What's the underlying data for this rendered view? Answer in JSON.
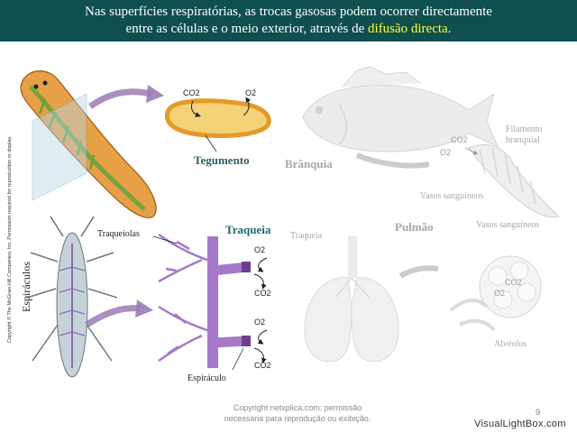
{
  "header": {
    "line1": "Nas superfícies respiratórias, as trocas gasosas podem ocorrer directamente",
    "line2_prefix": "entre as células e o meio exterior, através de ",
    "line2_highlight": "difusão directa",
    "line2_suffix": "."
  },
  "side_copyright": "Copyright © The McGraw-Hill Companies, Inc. Permission required for reproduction or display.",
  "labels": {
    "co2": "CO2",
    "o2": "O2",
    "tegumento": "Tegumento",
    "branquia": "Brânquia",
    "filamento": "Filamento",
    "branquial": "branquial",
    "vasos_sanguineos": "Vasos sanguíneos",
    "espiraculos": "Espiráculos",
    "traqueiolas": "Traqueíolas",
    "traqueia_bold": "Traqueia",
    "espiraculo": "Espiráculo",
    "traqueia_faded": "Traqueia",
    "pulmao": "Pulmão",
    "alveolos": "Alvéolos"
  },
  "footer": {
    "line1": "Copyright netxplica.com: permissão",
    "line2": "necessária para reprodução ou exibição."
  },
  "page_number": "9",
  "watermark": "VisualLightBox.com",
  "colors": {
    "header_bg": "#0f4f4e",
    "highlight": "#ffff33",
    "arrow": "#9b7bb5",
    "trachea": "#a678c8"
  }
}
